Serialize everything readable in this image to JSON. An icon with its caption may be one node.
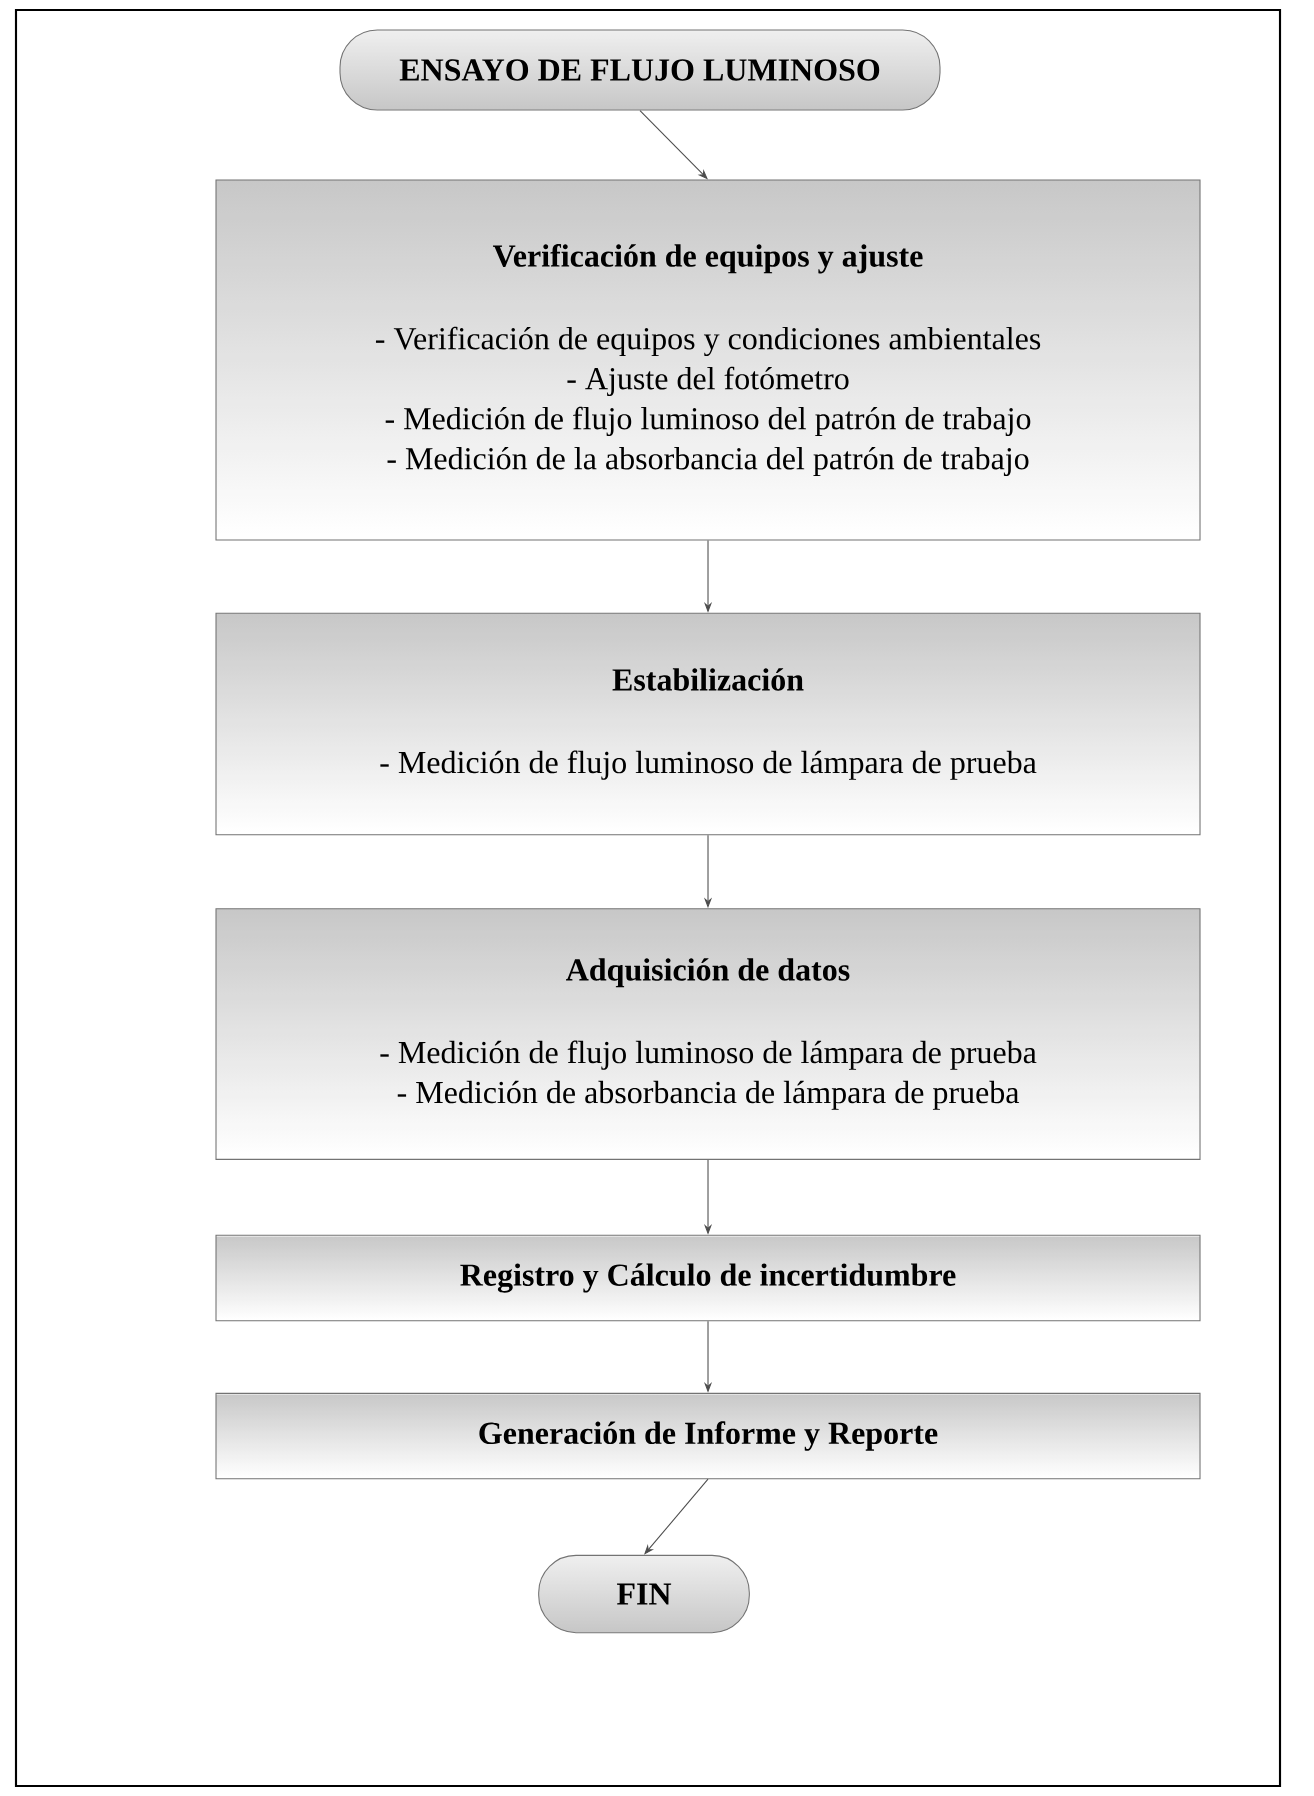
{
  "diagram": {
    "nodes": [
      {
        "text": [
          "ENSAYO DE FLUJO LUMINOSO"
        ]
      },
      {
        "text": [
          "Verificación de equipos y ajuste",
          "- Verificación de equipos y condiciones ambientales",
          "- Ajuste del fotómetro",
          "- Medición de flujo luminoso del patrón de trabajo",
          "- Medición de la absorbancia del patrón de trabajo"
        ]
      },
      {
        "text": [
          "Estabilización",
          "- Medición de flujo luminoso de lámpara de prueba"
        ]
      },
      {
        "text": [
          "Adquisición de datos",
          "- Medición de flujo luminoso de lámpara de prueba",
          "- Medición de absorbancia de lámpara de prueba"
        ]
      },
      {
        "text": [
          "Registro y Cálculo de incertidumbre"
        ]
      },
      {
        "text": [
          "Generación de Informe y Reporte"
        ]
      },
      {
        "text": [
          "FIN"
        ]
      }
    ],
    "edges": [
      {
        "from": 0,
        "to": 1,
        "arrow": "to"
      },
      {
        "from": 1,
        "to": 2,
        "arrow": "to"
      },
      {
        "from": 2,
        "to": 3,
        "arrow": "to"
      },
      {
        "from": 3,
        "to": 4,
        "arrow": "to"
      },
      {
        "from": 4,
        "to": 5,
        "arrow": "to"
      },
      {
        "from": 5,
        "to": 6,
        "arrow": "to"
      }
    ]
  }
}
